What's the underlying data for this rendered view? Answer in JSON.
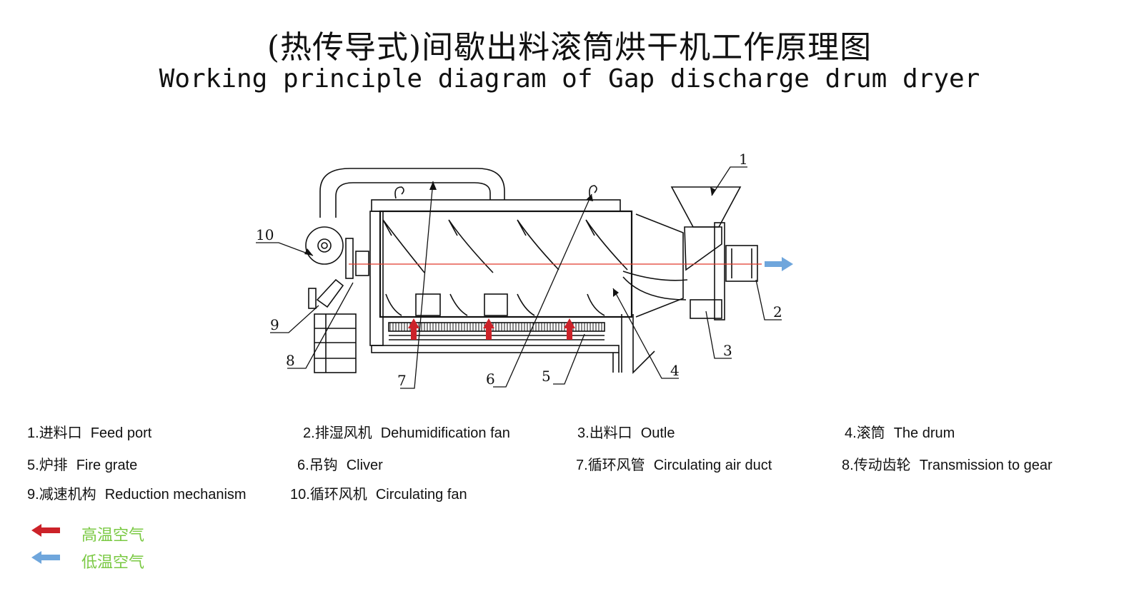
{
  "title": {
    "cn": "(热传导式)间歇出料滚筒烘干机工作原理图",
    "en": "Working principle diagram of Gap discharge drum dryer"
  },
  "callouts": [
    "1",
    "2",
    "3",
    "4",
    "5",
    "6",
    "7",
    "8",
    "9",
    "10"
  ],
  "legend": [
    {
      "num": "1.",
      "cn": "进料口",
      "en": "Feed port"
    },
    {
      "num": "2.",
      "cn": "排湿风机",
      "en": "Dehumidification fan"
    },
    {
      "num": "3.",
      "cn": "出料口",
      "en": "Outle"
    },
    {
      "num": "4.",
      "cn": "滚筒",
      "en": "The drum"
    },
    {
      "num": "5.",
      "cn": "炉排",
      "en": "Fire grate"
    },
    {
      "num": "6.",
      "cn": "吊钩",
      "en": "Cliver"
    },
    {
      "num": "7.",
      "cn": "循环风管",
      "en": "Circulating air duct"
    },
    {
      "num": "8.",
      "cn": "传动齿轮",
      "en": "Transmission to gear"
    },
    {
      "num": "9.",
      "cn": "减速机构",
      "en": "Reduction mechanism"
    },
    {
      "num": "10.",
      "cn": "循环风机",
      "en": "Circulating fan"
    }
  ],
  "air_legend": [
    {
      "label": "高温空气",
      "color": "#cc2229"
    },
    {
      "label": "低温空气",
      "color": "#6fa6dc"
    }
  ],
  "colors": {
    "axis_line": "#e0392b",
    "text_green": "#7ac943"
  }
}
